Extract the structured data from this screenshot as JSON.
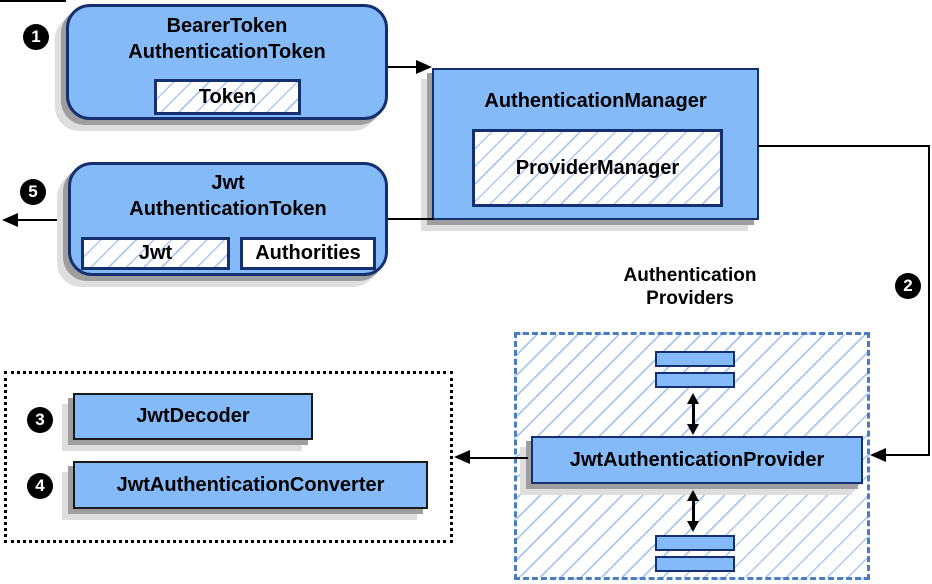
{
  "diagram": {
    "bearer_node": {
      "title_line1": "BearerToken",
      "title_line2": "AuthenticationToken",
      "token_label": "Token"
    },
    "manager_node": {
      "title": "AuthenticationManager",
      "provider_manager_label": "ProviderManager"
    },
    "jwt_node": {
      "title_line1": "Jwt",
      "title_line2": "AuthenticationToken",
      "jwt_label": "Jwt",
      "authorities_label": "Authorities"
    },
    "providers_group": {
      "label_line1": "Authentication",
      "label_line2": "Providers",
      "provider_label": "JwtAuthenticationProvider"
    },
    "decoders_group": {
      "decoder_label": "JwtDecoder",
      "converter_label": "JwtAuthenticationConverter"
    },
    "steps": {
      "s1": "1",
      "s2": "2",
      "s3": "3",
      "s4": "4",
      "s5": "5"
    },
    "colors": {
      "node_fill": "#85BAF8",
      "node_border": "#14306E",
      "hatch_line": "#A9C7EF",
      "providers_dash_border": "#4A7CC0",
      "shadow_dark": "#9E9E9E",
      "shadow_light": "#DEDEDE",
      "edge": "#000000",
      "badge_bg": "#000000",
      "badge_text": "#FFFFFF"
    }
  }
}
